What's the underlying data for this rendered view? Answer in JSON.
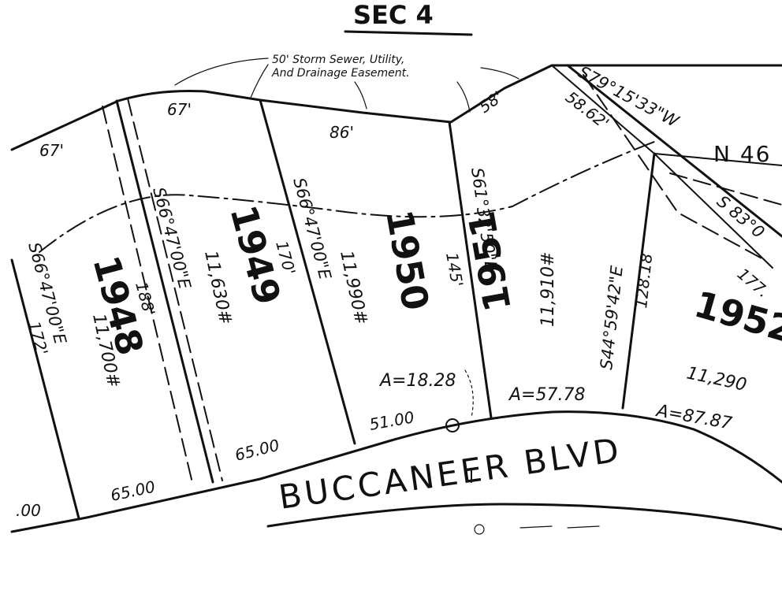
{
  "title": "SEC 4",
  "easement_note_line1": "50' Storm Sewer, Utility,",
  "easement_note_line2": "And Drainage Easement.",
  "street": "BUCCANEER BLVD",
  "lots": [
    {
      "id": "1948",
      "area": "11,700#"
    },
    {
      "id": "1949",
      "area": "11,630#"
    },
    {
      "id": "1950",
      "area": "11,990#"
    },
    {
      "id": "1951",
      "area": "11,910#"
    },
    {
      "id": "1952",
      "area": "11,290"
    }
  ],
  "bearings": {
    "b1": "S66°47'00\"E",
    "b2": "S66°47'00\"E",
    "b3": "S66°47'00\"E",
    "b4": "S61°32'50\"E",
    "b5": "S44°59'42\"E",
    "rear": "S79°15'33\"W",
    "north": "N 46",
    "right": "S 83°0"
  },
  "dims": {
    "d67a": "67'",
    "d67b": "67'",
    "d86": "86'",
    "d58": "58'",
    "d5862": "58.62'",
    "d172": "172'",
    "d188": "188'",
    "d170": "170'",
    "d145": "145'",
    "d12818": "128.18",
    "d177": "177.",
    "f6500a": "65.00",
    "f6500b": "65.00",
    "f5100": "51.00",
    "f00": ".00"
  },
  "arcs": {
    "a1": "A=18.28",
    "a2": "A=57.78",
    "a3": "A=87.87"
  }
}
